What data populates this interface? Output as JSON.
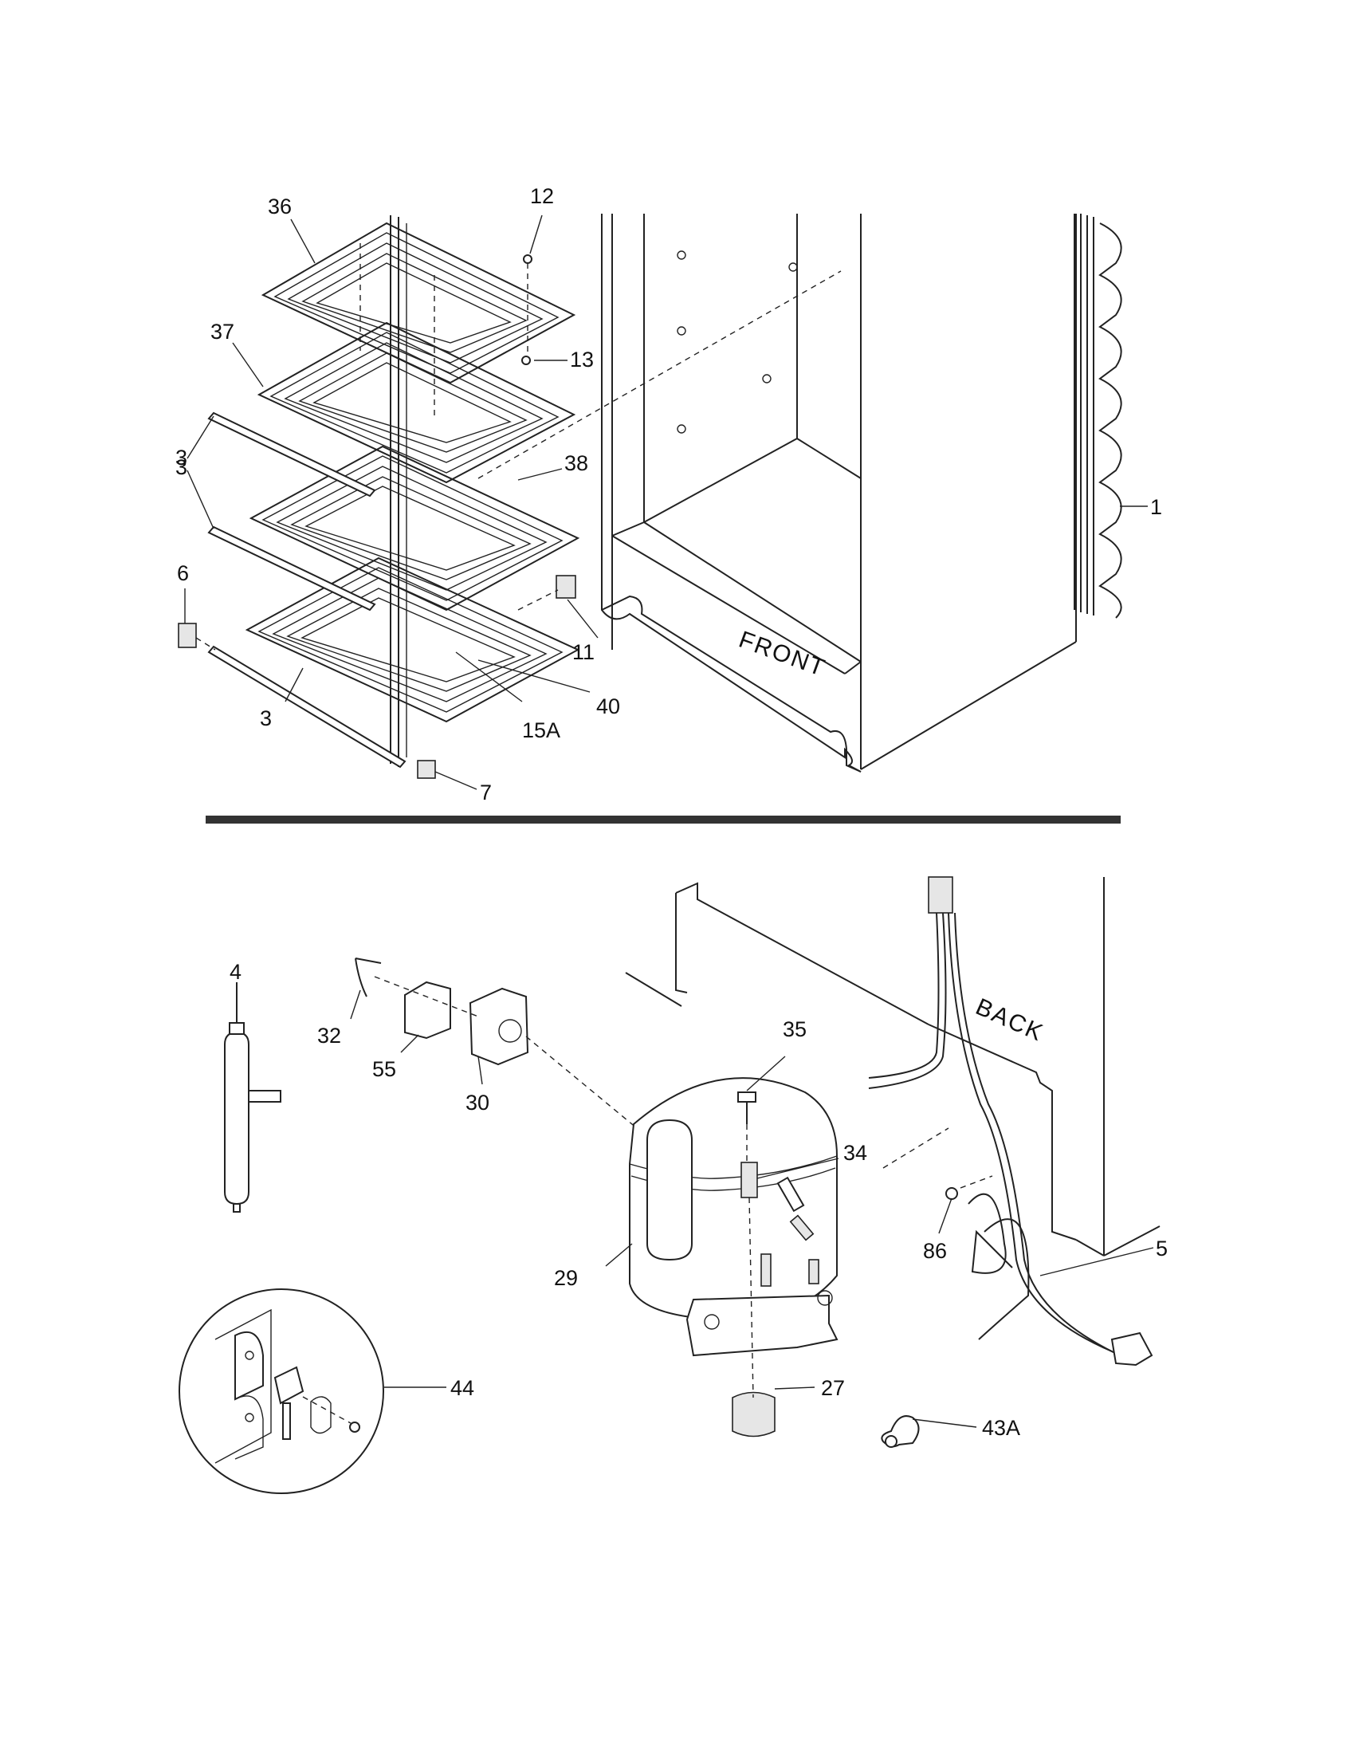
{
  "diagram": {
    "section_labels": {
      "front": "FRONT",
      "back": "BACK"
    },
    "callouts": [
      {
        "id": "36",
        "text": "36"
      },
      {
        "id": "12",
        "text": "12"
      },
      {
        "id": "37",
        "text": "37"
      },
      {
        "id": "13",
        "text": "13"
      },
      {
        "id": "3a",
        "text": "3"
      },
      {
        "id": "38",
        "text": "38"
      },
      {
        "id": "1",
        "text": "1"
      },
      {
        "id": "3b",
        "text": "3"
      },
      {
        "id": "6",
        "text": "6"
      },
      {
        "id": "11",
        "text": "11"
      },
      {
        "id": "40",
        "text": "40"
      },
      {
        "id": "15A",
        "text": "15A"
      },
      {
        "id": "3c",
        "text": "3"
      },
      {
        "id": "7",
        "text": "7"
      },
      {
        "id": "4",
        "text": "4"
      },
      {
        "id": "32",
        "text": "32"
      },
      {
        "id": "55",
        "text": "55"
      },
      {
        "id": "30",
        "text": "30"
      },
      {
        "id": "35",
        "text": "35"
      },
      {
        "id": "34",
        "text": "34"
      },
      {
        "id": "86",
        "text": "86"
      },
      {
        "id": "5",
        "text": "5"
      },
      {
        "id": "29",
        "text": "29"
      },
      {
        "id": "44",
        "text": "44"
      },
      {
        "id": "27",
        "text": "27"
      },
      {
        "id": "43A",
        "text": "43A"
      }
    ]
  }
}
